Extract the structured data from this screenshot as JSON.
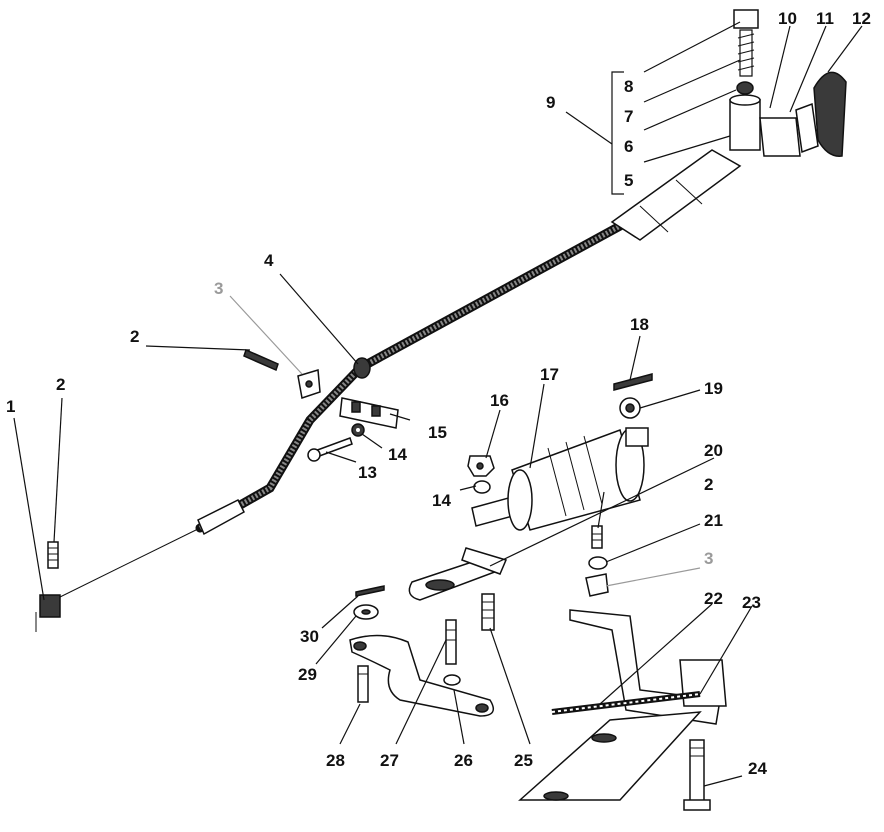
{
  "callouts": [
    {
      "id": "c1",
      "text": "1"
    },
    {
      "id": "c2a",
      "text": "2"
    },
    {
      "id": "c2b",
      "text": "2"
    },
    {
      "id": "c2c",
      "text": "2"
    },
    {
      "id": "c3a",
      "text": "3"
    },
    {
      "id": "c3b",
      "text": "3"
    },
    {
      "id": "c4",
      "text": "4"
    },
    {
      "id": "c5",
      "text": "5"
    },
    {
      "id": "c6",
      "text": "6"
    },
    {
      "id": "c7",
      "text": "7"
    },
    {
      "id": "c8",
      "text": "8"
    },
    {
      "id": "c9",
      "text": "9"
    },
    {
      "id": "c10",
      "text": "10"
    },
    {
      "id": "c11",
      "text": "11"
    },
    {
      "id": "c12",
      "text": "12"
    },
    {
      "id": "c13",
      "text": "13"
    },
    {
      "id": "c14a",
      "text": "14"
    },
    {
      "id": "c14b",
      "text": "14"
    },
    {
      "id": "c15",
      "text": "15"
    },
    {
      "id": "c16",
      "text": "16"
    },
    {
      "id": "c17",
      "text": "17"
    },
    {
      "id": "c18",
      "text": "18"
    },
    {
      "id": "c19",
      "text": "19"
    },
    {
      "id": "c20",
      "text": "20"
    },
    {
      "id": "c21",
      "text": "21"
    },
    {
      "id": "c22",
      "text": "22"
    },
    {
      "id": "c23",
      "text": "23"
    },
    {
      "id": "c24",
      "text": "24"
    },
    {
      "id": "c25",
      "text": "25"
    },
    {
      "id": "c26",
      "text": "26"
    },
    {
      "id": "c27",
      "text": "27"
    },
    {
      "id": "c28",
      "text": "28"
    },
    {
      "id": "c29",
      "text": "29"
    },
    {
      "id": "c30",
      "text": "30"
    }
  ],
  "colors": {
    "ink": "#111111",
    "muted_label": "#9a9a9a",
    "background": "#ffffff"
  }
}
